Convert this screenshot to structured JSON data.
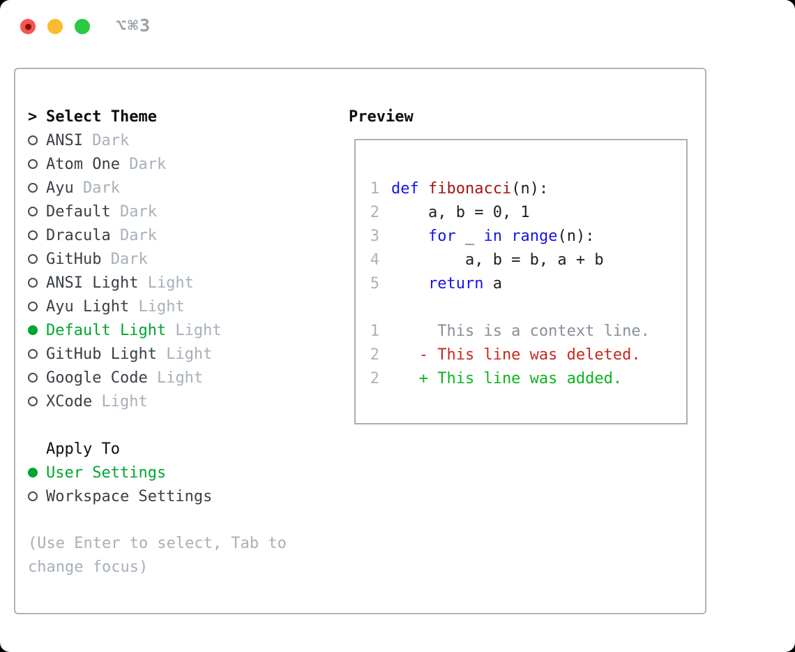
{
  "titlebar": {
    "title": "⌥⌘3"
  },
  "theme_panel": {
    "header_prefix": ">",
    "header": "Select Theme",
    "items": [
      {
        "name": "ANSI",
        "variant": "Dark",
        "selected": false
      },
      {
        "name": "Atom One",
        "variant": "Dark",
        "selected": false
      },
      {
        "name": "Ayu",
        "variant": "Dark",
        "selected": false
      },
      {
        "name": "Default",
        "variant": "Dark",
        "selected": false
      },
      {
        "name": "Dracula",
        "variant": "Dark",
        "selected": false
      },
      {
        "name": "GitHub",
        "variant": "Dark",
        "selected": false
      },
      {
        "name": "ANSI Light",
        "variant": "Light",
        "selected": false
      },
      {
        "name": "Ayu Light",
        "variant": "Light",
        "selected": false
      },
      {
        "name": "Default Light",
        "variant": "Light",
        "selected": true
      },
      {
        "name": "GitHub Light",
        "variant": "Light",
        "selected": false
      },
      {
        "name": "Google Code",
        "variant": "Light",
        "selected": false
      },
      {
        "name": "XCode",
        "variant": "Light",
        "selected": false
      }
    ]
  },
  "apply_panel": {
    "header": "Apply To",
    "options": [
      {
        "label": "User Settings",
        "selected": true
      },
      {
        "label": "Workspace Settings",
        "selected": false
      }
    ]
  },
  "help_text": "(Use Enter to select, Tab to change focus)",
  "preview": {
    "header": "Preview",
    "code_lines": [
      {
        "num": "1",
        "tokens": [
          {
            "t": "def",
            "c": "kw"
          },
          {
            "t": " ",
            "c": "pl"
          },
          {
            "t": "fibonacci",
            "c": "fn"
          },
          {
            "t": "(n):",
            "c": "pl"
          }
        ]
      },
      {
        "num": "2",
        "tokens": [
          {
            "t": "    a, b = 0, 1",
            "c": "pl"
          }
        ]
      },
      {
        "num": "3",
        "tokens": [
          {
            "t": "    ",
            "c": "pl"
          },
          {
            "t": "for",
            "c": "kw"
          },
          {
            "t": " _ ",
            "c": "pl"
          },
          {
            "t": "in",
            "c": "kw"
          },
          {
            "t": " ",
            "c": "pl"
          },
          {
            "t": "range",
            "c": "kw"
          },
          {
            "t": "(n):",
            "c": "pl"
          }
        ]
      },
      {
        "num": "4",
        "tokens": [
          {
            "t": "        a, b = b, a + b",
            "c": "pl"
          }
        ]
      },
      {
        "num": "5",
        "tokens": [
          {
            "t": "    ",
            "c": "pl"
          },
          {
            "t": "return",
            "c": "kw"
          },
          {
            "t": " a",
            "c": "pl"
          }
        ]
      },
      {
        "num": "",
        "tokens": []
      },
      {
        "num": "1",
        "tokens": [
          {
            "t": "     This is a context line.",
            "c": "ctx"
          }
        ]
      },
      {
        "num": "2",
        "tokens": [
          {
            "t": "   - This line was deleted.",
            "c": "del"
          }
        ]
      },
      {
        "num": "2",
        "tokens": [
          {
            "t": "   + This line was added.",
            "c": "add"
          }
        ]
      }
    ]
  },
  "colors": {
    "accent_green": "#00a62f",
    "kw": "#1414e8",
    "fn": "#a31515",
    "pl": "#1f1f1f",
    "ctx": "#888f98",
    "del": "#c42a1c",
    "add": "#0ab41e",
    "traffic_red": "#f6564f",
    "traffic_yellow": "#fcbb2d",
    "traffic_green": "#2bc840"
  }
}
